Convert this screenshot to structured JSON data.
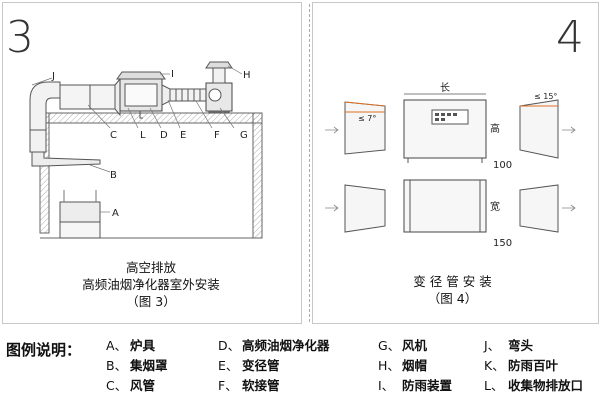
{
  "panel_left": {
    "number": "3",
    "caption": [
      "高空排放",
      "高频油烟净化器室外安装",
      "（图 3）"
    ],
    "labels": {
      "A": "A",
      "B": "B",
      "C": "C",
      "D": "D",
      "E": "E",
      "F": "F",
      "G": "G",
      "H": "H",
      "I": "I",
      "J": "J",
      "L": "L"
    }
  },
  "panel_right": {
    "number": "4",
    "caption": [
      "变 径 管 安 装",
      "（图 4）"
    ],
    "labels": {
      "length": "长",
      "height": "高",
      "width": "宽",
      "dim_100": "100",
      "dim_150": "150",
      "angle_left": "≤ 7°",
      "angle_right": "≤ 15°"
    }
  },
  "legend": {
    "title": "图例说明：",
    "items": [
      {
        "key": "A、",
        "value": "炉具"
      },
      {
        "key": "B、",
        "value": "集烟罩"
      },
      {
        "key": "C、",
        "value": "风管"
      },
      {
        "key": "D、",
        "value": "高频油烟净化器"
      },
      {
        "key": "E、",
        "value": "变径管"
      },
      {
        "key": "F、",
        "value": "软接管"
      },
      {
        "key": "G、",
        "value": "风机"
      },
      {
        "key": "H、",
        "value": "烟帽"
      },
      {
        "key": "I、",
        "value": "防雨装置"
      },
      {
        "key": "J、",
        "value": "弯头"
      },
      {
        "key": "K、",
        "value": "防雨百叶"
      },
      {
        "key": "L、",
        "value": "收集物排放口"
      }
    ]
  },
  "colors": {
    "line": "#555555",
    "hatch": "#888888",
    "panel_border": "#c8c8c8",
    "angle_accent": "#e07020"
  }
}
